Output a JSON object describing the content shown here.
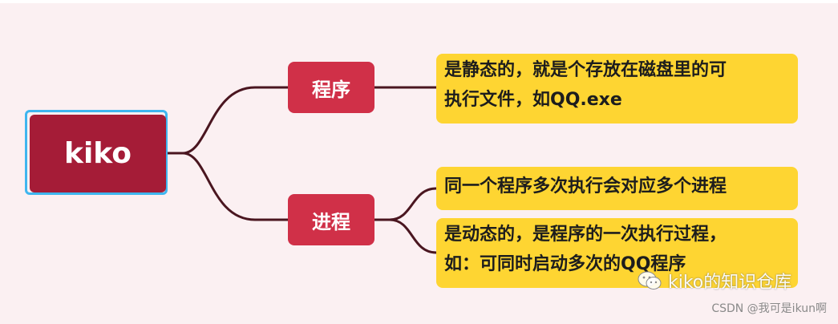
{
  "mindmap": {
    "root": "kiko",
    "branches": [
      {
        "label": "程序",
        "leaves": [
          {
            "lines": [
              "是静态的，就是个存放在磁盘里的可",
              "执行文件，如QQ.exe"
            ]
          }
        ]
      },
      {
        "label": "进程",
        "leaves": [
          {
            "lines": [
              "同一个程序多次执行会对应多个进程"
            ]
          },
          {
            "lines": [
              "是动态的，是程序的一次执行过程，",
              "如：可同时启动多次的QQ程序"
            ]
          }
        ]
      }
    ]
  },
  "watermark": {
    "text": "kiko的知识仓库",
    "icon": "wechat-icon"
  },
  "credit": "CSDN @我可是ikun啊",
  "colors": {
    "background": "#fbf0f2",
    "root": "#a51c37",
    "root_outline": "#3fb6ef",
    "branch": "#d03048",
    "leaf": "#fed532",
    "connector": "#4a1620"
  }
}
